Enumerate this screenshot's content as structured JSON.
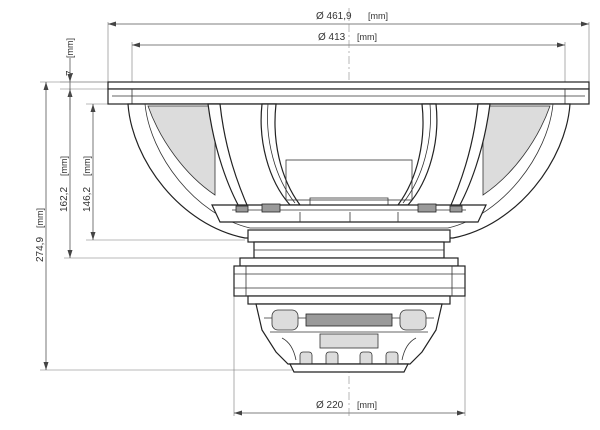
{
  "dimensions": {
    "overall_diameter": {
      "value": "Ø 461,9",
      "unit": "[mm]"
    },
    "baffle_diameter": {
      "value": "Ø 413",
      "unit": "[mm]"
    },
    "flange_thickness": {
      "value": "7",
      "unit": "[mm]"
    },
    "total_depth": {
      "value": "274,9",
      "unit": "[mm]"
    },
    "mounting_depth": {
      "value": "162,2",
      "unit": "[mm]"
    },
    "basket_depth": {
      "value": "146,2",
      "unit": "[mm]"
    },
    "magnet_diameter": {
      "value": "Ø 220",
      "unit": "[mm]"
    }
  }
}
